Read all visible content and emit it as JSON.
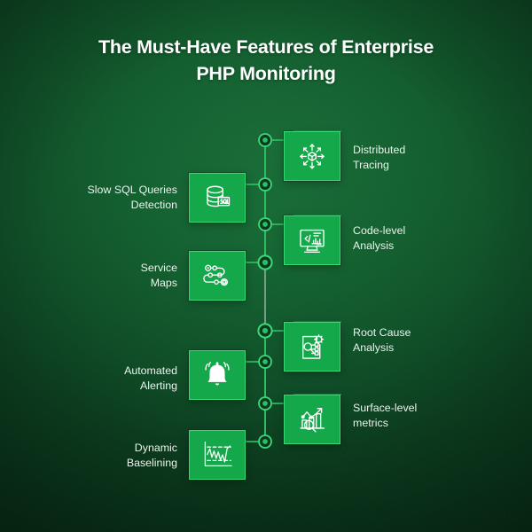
{
  "theme": {
    "background_dark": "#06220f",
    "background_mid": "#0f4a26",
    "background_light": "#1a6b38",
    "card_fill": "#14a84b",
    "card_border": "#39d877",
    "connector": "#2fbc62",
    "node_ring": "#3bd979",
    "node_core": "#27c066",
    "spine_muted": "#8fa99a",
    "text": "#e9f3ec",
    "title": "#ffffff"
  },
  "title": {
    "line1": "The Must-Have Features of Enterprise",
    "line2": "PHP Monitoring"
  },
  "features": {
    "left": [
      {
        "id": "slow-sql-queries-detection",
        "label": "Slow SQL Queries\nDetection",
        "icon": "database-sql-icon"
      },
      {
        "id": "service-maps",
        "label": "Service\nMaps",
        "icon": "service-map-icon"
      },
      {
        "id": "automated-alerting",
        "label": "Automated\nAlerting",
        "icon": "alert-bell-icon"
      },
      {
        "id": "dynamic-baselining",
        "label": "Dynamic\nBaselining",
        "icon": "baseline-chart-icon"
      }
    ],
    "right": [
      {
        "id": "distributed-tracing",
        "label": "Distributed\nTracing",
        "icon": "distributed-cube-icon"
      },
      {
        "id": "code-level-analysis",
        "label": "Code-level\nAnalysis",
        "icon": "code-monitor-icon"
      },
      {
        "id": "root-cause-analysis",
        "label": "Root Cause\nAnalysis",
        "icon": "root-cause-gear-icon"
      },
      {
        "id": "surface-level-metrics",
        "label": "Surface-level\nmetrics",
        "icon": "metrics-magnifier-icon"
      }
    ]
  },
  "spine": {
    "node_count": 8,
    "node_labels": [
      "node-distributed-tracing",
      "node-slow-sql-queries-detection",
      "node-code-level-analysis",
      "node-service-maps",
      "node-root-cause-analysis",
      "node-automated-alerting",
      "node-surface-level-metrics",
      "node-dynamic-baselining"
    ]
  }
}
